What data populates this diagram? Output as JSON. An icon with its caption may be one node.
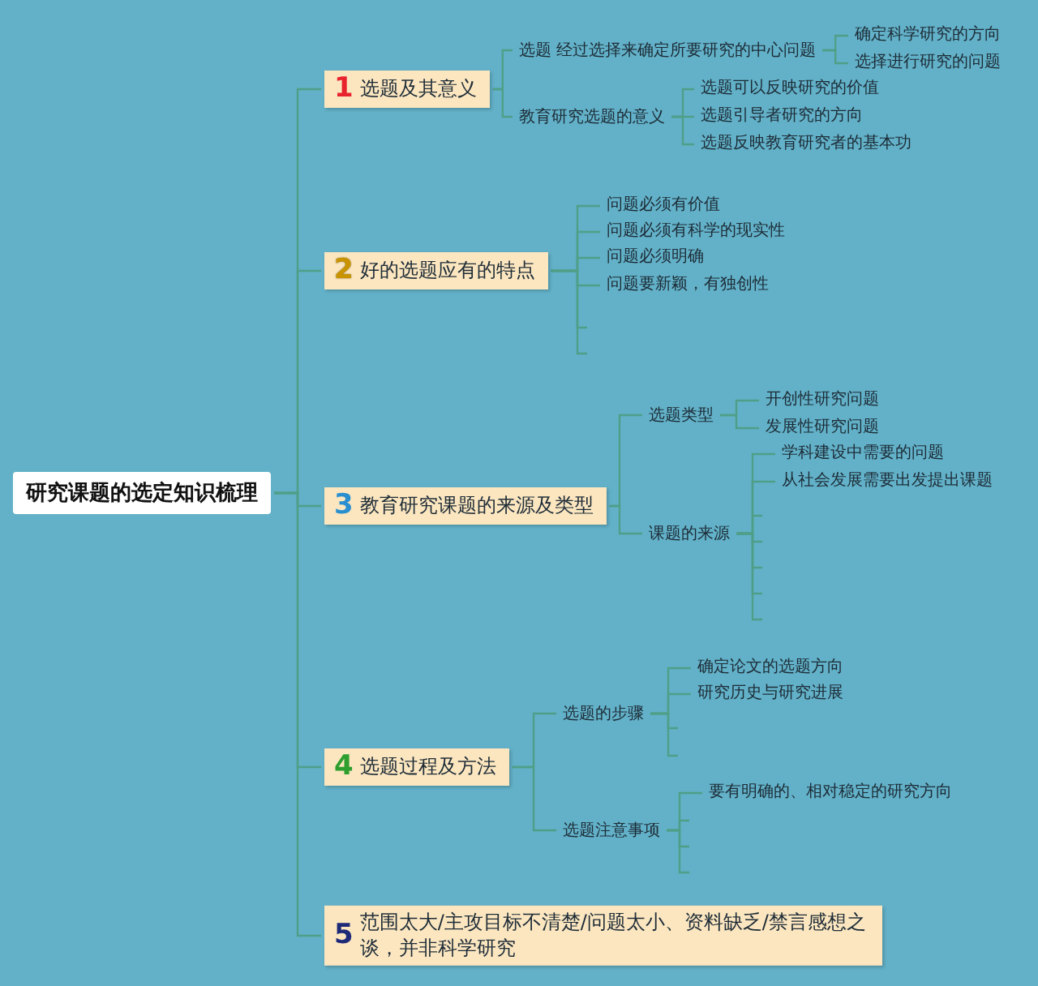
{
  "diagram": {
    "nodes": [
      {
        "text": [
          "研究课题的选定知识梳理"
        ]
      },
      {
        "text": [
          "1",
          "选题及其意义"
        ]
      },
      {
        "text": [
          "选题 经过选择来确定所要研究的中心问题"
        ]
      },
      {
        "text": [
          "确定科学研究的方向"
        ]
      },
      {
        "text": [
          "选择进行研究的问题"
        ]
      },
      {
        "text": [
          "教育研究选题的意义"
        ]
      },
      {
        "text": [
          "选题可以反映研究的价值"
        ]
      },
      {
        "text": [
          "选题引导者研究的方向"
        ]
      },
      {
        "text": [
          "选题反映教育研究者的基本功"
        ]
      },
      {
        "text": [
          "2",
          "好的选题应有的特点"
        ]
      },
      {
        "text": [
          "问题必须有价值"
        ]
      },
      {
        "text": [
          "问题必须有科学的现实性"
        ]
      },
      {
        "text": [
          "问题必须明确"
        ]
      },
      {
        "text": [
          "问题要新颖，有独创性"
        ]
      },
      {
        "text": [
          "3",
          "教育研究课题的来源及类型"
        ]
      },
      {
        "text": [
          "选题类型"
        ]
      },
      {
        "text": [
          "开创性研究问题"
        ]
      },
      {
        "text": [
          "发展性研究问题"
        ]
      },
      {
        "text": [
          "课题的来源"
        ]
      },
      {
        "text": [
          "学科建设中需要的问题"
        ]
      },
      {
        "text": [
          "从社会发展需要出发提出课题"
        ]
      },
      {
        "text": [
          "4",
          "选题过程及方法"
        ]
      },
      {
        "text": [
          "选题的步骤"
        ]
      },
      {
        "text": [
          "确定论文的选题方向"
        ]
      },
      {
        "text": [
          "研究历史与研究进展"
        ]
      },
      {
        "text": [
          "选题注意事项"
        ]
      },
      {
        "text": [
          "要有明确的、相对稳定的研究方向"
        ]
      },
      {
        "text": [
          "5",
          "范围太大/主攻目标不清楚/问题太小、资料缺乏/禁言感想之谈，并非科学研究"
        ]
      }
    ],
    "edges": [
      {
        "from": 0,
        "to": 1,
        "arrow": "none"
      },
      {
        "from": 1,
        "to": 2,
        "arrow": "none"
      },
      {
        "from": 2,
        "to": 3,
        "arrow": "none"
      },
      {
        "from": 2,
        "to": 4,
        "arrow": "none"
      },
      {
        "from": 1,
        "to": 5,
        "arrow": "none"
      },
      {
        "from": 5,
        "to": 6,
        "arrow": "none"
      },
      {
        "from": 5,
        "to": 7,
        "arrow": "none"
      },
      {
        "from": 5,
        "to": 8,
        "arrow": "none"
      },
      {
        "from": 0,
        "to": 9,
        "arrow": "none"
      },
      {
        "from": 9,
        "to": 10,
        "arrow": "none"
      },
      {
        "from": 9,
        "to": 11,
        "arrow": "none"
      },
      {
        "from": 9,
        "to": 12,
        "arrow": "none"
      },
      {
        "from": 9,
        "to": 13,
        "arrow": "none"
      },
      {
        "from": 9,
        "to": null,
        "arrow": "none"
      },
      {
        "from": 9,
        "to": null,
        "arrow": "none"
      },
      {
        "from": 0,
        "to": 14,
        "arrow": "none"
      },
      {
        "from": 14,
        "to": 15,
        "arrow": "none"
      },
      {
        "from": 15,
        "to": 16,
        "arrow": "none"
      },
      {
        "from": 15,
        "to": 17,
        "arrow": "none"
      },
      {
        "from": 14,
        "to": 18,
        "arrow": "none"
      },
      {
        "from": 18,
        "to": 19,
        "arrow": "none"
      },
      {
        "from": 18,
        "to": 20,
        "arrow": "none"
      },
      {
        "from": 18,
        "to": null,
        "arrow": "none"
      },
      {
        "from": 18,
        "to": null,
        "arrow": "none"
      },
      {
        "from": 18,
        "to": null,
        "arrow": "none"
      },
      {
        "from": 18,
        "to": null,
        "arrow": "none"
      },
      {
        "from": 18,
        "to": null,
        "arrow": "none"
      },
      {
        "from": 0,
        "to": 21,
        "arrow": "none"
      },
      {
        "from": 21,
        "to": 22,
        "arrow": "none"
      },
      {
        "from": 22,
        "to": 23,
        "arrow": "none"
      },
      {
        "from": 22,
        "to": 24,
        "arrow": "none"
      },
      {
        "from": 22,
        "to": null,
        "arrow": "none"
      },
      {
        "from": 22,
        "to": null,
        "arrow": "none"
      },
      {
        "from": 21,
        "to": 25,
        "arrow": "none"
      },
      {
        "from": 25,
        "to": 26,
        "arrow": "none"
      },
      {
        "from": 25,
        "to": null,
        "arrow": "none"
      },
      {
        "from": 25,
        "to": null,
        "arrow": "none"
      },
      {
        "from": 25,
        "to": null,
        "arrow": "none"
      },
      {
        "from": 0,
        "to": 27,
        "arrow": "none"
      }
    ]
  }
}
